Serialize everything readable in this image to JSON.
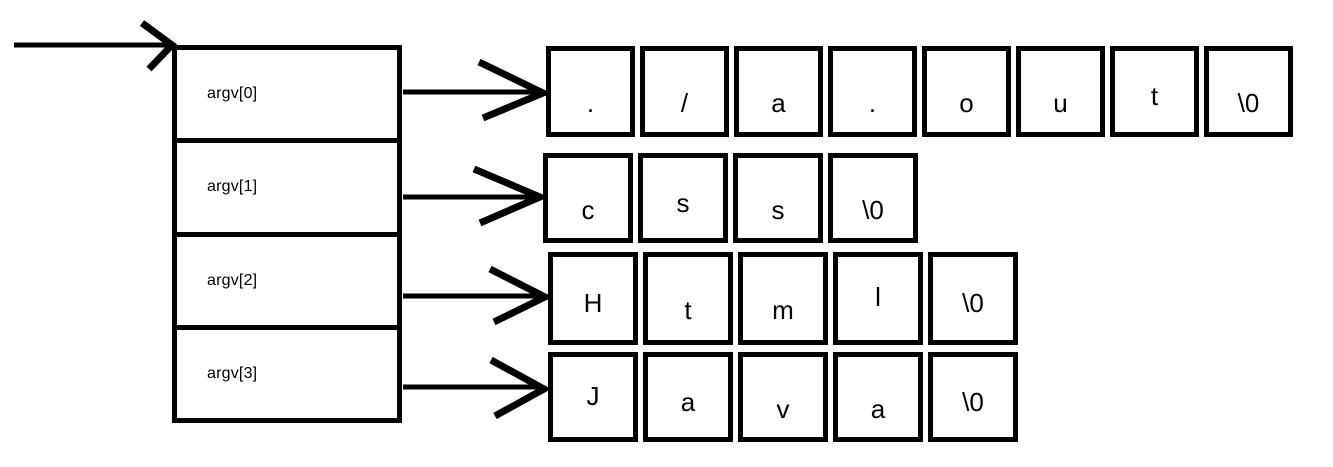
{
  "diagram": {
    "background_color": "#ffffff",
    "stroke_color": "#000000",
    "pointer_array": {
      "items": [
        {
          "label": "argv[0]"
        },
        {
          "label": "argv[1]"
        },
        {
          "label": "argv[2]"
        },
        {
          "label": "argv[3]"
        }
      ]
    },
    "strings": [
      {
        "pointer": "argv[0]",
        "text": "./a.out",
        "cells": [
          ".",
          "/",
          "a",
          ".",
          "o",
          "u",
          "t",
          "\\0"
        ]
      },
      {
        "pointer": "argv[1]",
        "text": "css",
        "cells": [
          "c",
          "s",
          "s",
          "\\0"
        ]
      },
      {
        "pointer": "argv[2]",
        "text": "Html",
        "cells": [
          "H",
          "t",
          "m",
          "l",
          "\\0"
        ]
      },
      {
        "pointer": "argv[3]",
        "text": "Java",
        "cells": [
          "J",
          "a",
          "v",
          "a",
          "\\0"
        ]
      }
    ]
  }
}
